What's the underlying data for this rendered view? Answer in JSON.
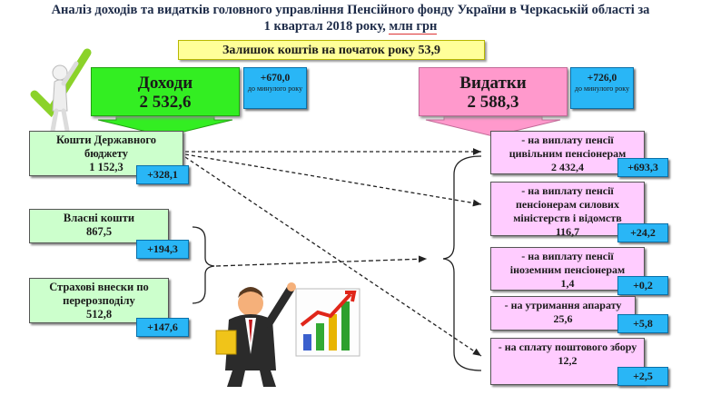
{
  "title_line1": "Аналіз  доходів та видатків головного управління Пенсійного фонду України в Черкаській області за",
  "title_line2_pre": "1 квартал 2018 року, ",
  "title_line2_unit": "млн грн",
  "balance": "Залишок коштів на початок року 53,9",
  "income": {
    "label": "Доходи",
    "value": "2 532,6",
    "delta": "+670,0",
    "delta_note": "до минулого року"
  },
  "expense": {
    "label": "Видатки",
    "value": "2 588,3",
    "delta": "+726,0",
    "delta_note": "до минулого року"
  },
  "sources": [
    {
      "label": "Кошти Державного бюджету",
      "value": "1 152,3",
      "delta": "+328,1"
    },
    {
      "label": "Власні кошти",
      "value": "867,5",
      "delta": "+194,3"
    },
    {
      "label": "Страхові внески по перерозподілу",
      "value": "512,8",
      "delta": "+147,6"
    }
  ],
  "expenses": [
    {
      "label": "- на виплату пенсії цивільним пенсіонерам",
      "value": "2 432,4",
      "delta": "+693,3"
    },
    {
      "label": "- на виплату пенсії пенсіонерам силових міністерств і відомств",
      "value": "116,7",
      "delta": "+24,2"
    },
    {
      "label": "- на виплату пенсії іноземним пенсіонерам",
      "value": "1,4",
      "delta": "+0,2"
    },
    {
      "label": "- на утримання апарату",
      "value": "25,6",
      "delta": "+5,8"
    },
    {
      "label": "- на сплату поштового збору",
      "value": "12,2",
      "delta": "+2,5"
    }
  ],
  "colors": {
    "income": "#33ee22",
    "expense": "#ff99cc",
    "source_box": "#ccffcc",
    "expense_box": "#ffccff",
    "delta": "#29b6f6",
    "balance": "#ffff99"
  },
  "icons": [
    "checkmark-figure-icon",
    "presenter-chart-icon"
  ]
}
